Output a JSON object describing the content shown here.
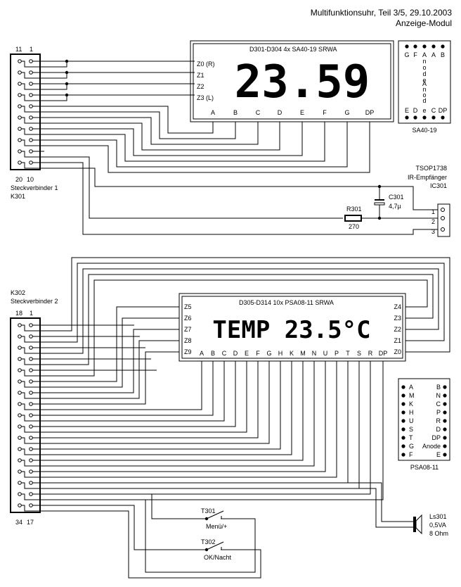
{
  "header": {
    "title": "Multifunktionsuhr, Teil 3/5, 29.10.2003",
    "subtitle": "Anzeige-Modul"
  },
  "connector1": {
    "name": "Steckverbinder 1",
    "ref": "K301",
    "pin_top_left": "11",
    "pin_top_right": "1",
    "pin_bottom_left": "20",
    "pin_bottom_right": "10",
    "rows": 10
  },
  "display1": {
    "title": "D301-D304    4x SA40-19 SRWA",
    "readout": "23.59",
    "rows": [
      "Z0 (R)",
      "Z1",
      "Z2",
      "Z3 (L)"
    ],
    "segments": [
      "A",
      "B",
      "C",
      "D",
      "E",
      "F",
      "G",
      "DP"
    ]
  },
  "pinout1": {
    "name": "SA40-19",
    "top_labels": [
      "G",
      "F",
      "A",
      "A",
      "B"
    ],
    "bottom_labels": [
      "E",
      "D",
      "e",
      "C",
      "DP"
    ],
    "anode_text": "Anode",
    "anode_text2": "Anode"
  },
  "ir_receiver": {
    "part": "TSOP1738",
    "type": "IR-Empfänger",
    "ref": "IC301",
    "pins": [
      "1",
      "2",
      "3"
    ]
  },
  "capacitor": {
    "ref": "C301",
    "value": "4,7µ"
  },
  "resistor": {
    "ref": "R301",
    "value": "270"
  },
  "connector2": {
    "name": "Steckverbinder 2",
    "ref": "K302",
    "pin_top_left": "18",
    "pin_top_right": "1",
    "pin_bottom_left": "34",
    "pin_bottom_right": "17",
    "rows": 17
  },
  "display2": {
    "title": "D305-D314    10x PSA08-11 SRWA",
    "readout": "TEMP 23.5°C",
    "left_rows": [
      "Z5",
      "Z6",
      "Z7",
      "Z8",
      "Z9"
    ],
    "right_rows": [
      "Z4",
      "Z3",
      "Z2",
      "Z1",
      "Z0"
    ],
    "segments": [
      "A",
      "B",
      "C",
      "D",
      "E",
      "F",
      "G",
      "H",
      "K",
      "M",
      "N",
      "U",
      "P",
      "T",
      "S",
      "R",
      "DP"
    ]
  },
  "pinout2": {
    "name": "PSA08-11",
    "left": [
      "A",
      "M",
      "K",
      "H",
      "U",
      "S",
      "T",
      "G",
      "F"
    ],
    "right": [
      "B",
      "N",
      "C",
      "P",
      "R",
      "D",
      "DP",
      "Anode",
      "E"
    ]
  },
  "switches": [
    {
      "ref": "T301",
      "label": "Menü/+"
    },
    {
      "ref": "T302",
      "label": "OK/Nacht"
    }
  ],
  "speaker": {
    "ref": "Ls301",
    "power": "0,5VA",
    "impedance": "8 Ohm"
  }
}
